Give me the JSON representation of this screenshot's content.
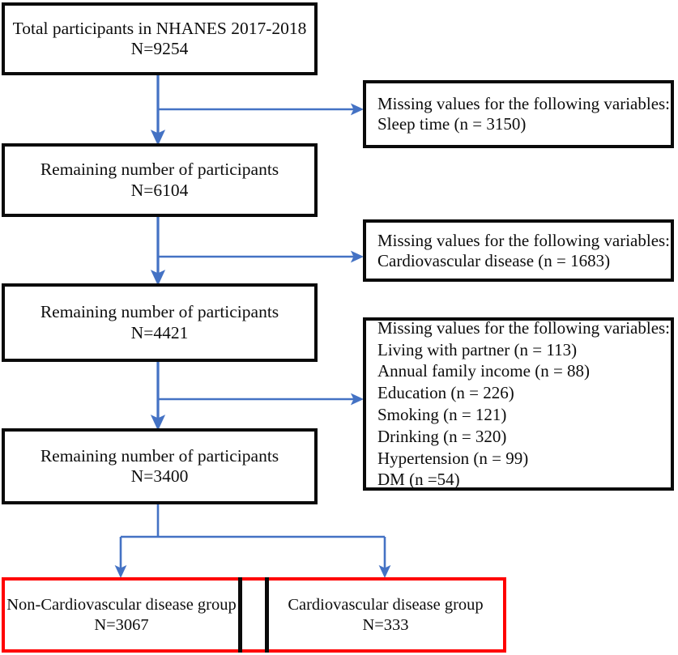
{
  "diagram": {
    "title": "NHANES 2017-2018 participant selection flowchart",
    "colors": {
      "box_border": "#0a0a0a",
      "outcome_border": "#ff0000",
      "connector": "#4472C4",
      "text": "#0d0d0d",
      "background": "#ffffff"
    },
    "nodes": {
      "total": {
        "line1": "Total participants in NHANES 2017-2018",
        "line2": "N=9254"
      },
      "remaining_1": {
        "line1": "Remaining number of participants",
        "line2": "N=6104"
      },
      "remaining_2": {
        "line1": "Remaining number of participants",
        "line2": "N=4421"
      },
      "remaining_3": {
        "line1": "Remaining number of participants",
        "line2": "N=3400"
      },
      "exclusion_1": {
        "line1": "Missing values for the following variables:",
        "line2": "Sleep time (n = 3150)"
      },
      "exclusion_2": {
        "line1": "Missing values for the following variables:",
        "line2": "Cardiovascular disease (n = 1683)"
      },
      "exclusion_3": {
        "line1": "Missing values for the following variables:",
        "line2": "Living with partner (n = 113)",
        "line3": "Annual family income (n = 88)",
        "line4": "Education (n = 226)",
        "line5": "Smoking (n = 121)",
        "line6": "Drinking (n = 320)",
        "line7": "Hypertension (n = 99)",
        "line8": "DM (n =54)"
      },
      "group_noncvd": {
        "line1": "Non-Cardiovascular disease group",
        "line2": "N=3067"
      },
      "group_cvd": {
        "line1": "Cardiovascular disease group",
        "line2": "N=333"
      }
    }
  }
}
